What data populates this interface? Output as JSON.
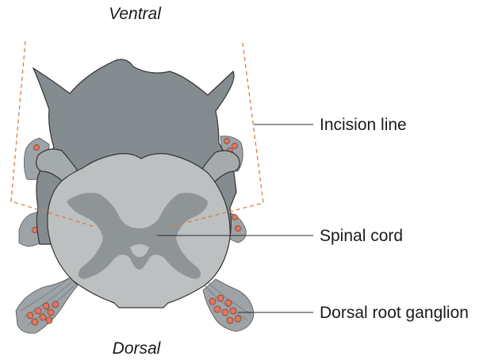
{
  "orientation": {
    "top": "Ventral",
    "bottom": "Dorsal"
  },
  "labels": {
    "incision_line": "Incision line",
    "spinal_cord": "Spinal cord",
    "dorsal_root_ganglion": "Dorsal root ganglion"
  },
  "colors": {
    "vertebra": "#858c8f",
    "spinal_cord": "#bcc0c1",
    "grey_matter": "#8f9597",
    "incision_line": "#e07a4a",
    "ganglion_cells": "#e07560"
  }
}
